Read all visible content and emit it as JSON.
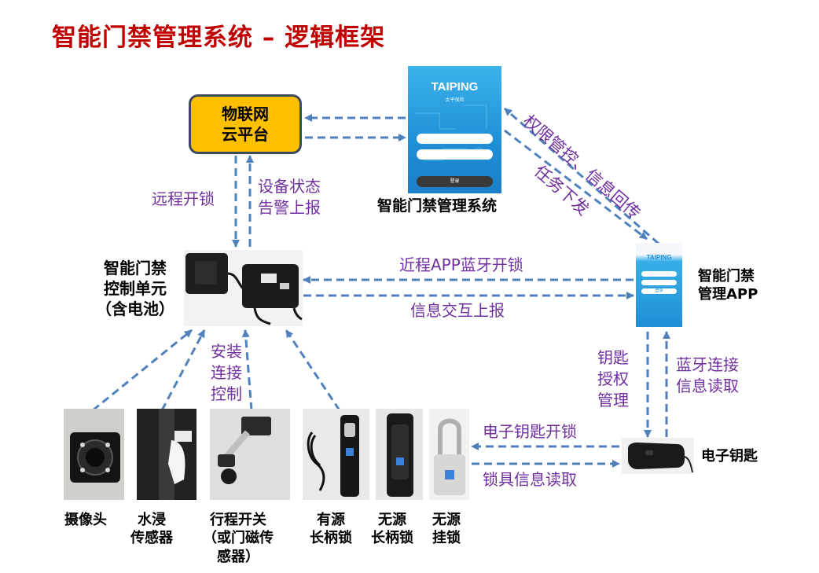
{
  "title": "智能门禁管理系统 – 逻辑框架",
  "cloud": {
    "line1": "物联网",
    "line2": "云平台"
  },
  "system": {
    "logo": "TAIPING",
    "logo_sub": "太平保险",
    "login_button": "登录",
    "label": "智能门禁管理系统"
  },
  "app": {
    "logo": "TAIPING",
    "login_button": "登录",
    "label_line1": "智能门禁",
    "label_line2": "管理APP"
  },
  "controller": {
    "line1": "智能门禁",
    "line2": "控制单元",
    "line3": "（含电池）"
  },
  "edges": {
    "remote_unlock": "远程开锁",
    "status_line1": "设备状态",
    "status_line2": "告警上报",
    "permission": "权限管控、信息回传",
    "task": "任务下发",
    "bluetooth_unlock": "近程APP蓝牙开锁",
    "info_report": "信息交互上报",
    "install_line1": "安装",
    "install_line2": "连接",
    "install_line3": "控制",
    "key_auth_line1": "钥匙",
    "key_auth_line2": "授权",
    "key_auth_line3": "管理",
    "bt_read_line1": "蓝牙连接",
    "bt_read_line2": "信息读取",
    "ekey_unlock": "电子钥匙开锁",
    "lock_read": "锁具信息读取"
  },
  "ekey": {
    "label": "电子钥匙"
  },
  "devices": {
    "camera": "摄像头",
    "water_line1": "水浸",
    "water_line2": "传感器",
    "switch_line1": "行程开关",
    "switch_line2": "（或门磁传",
    "switch_line3": "感器）",
    "active_line1": "有源",
    "active_line2": "长柄锁",
    "passive_line1": "无源",
    "passive_line2": "长柄锁",
    "padlock_line1": "无源",
    "padlock_line2": "挂锁"
  },
  "colors": {
    "title": "#c00000",
    "arrow": "#4f81bd",
    "edge_label": "#7030a0",
    "cloud_fill": "#ffc000"
  }
}
